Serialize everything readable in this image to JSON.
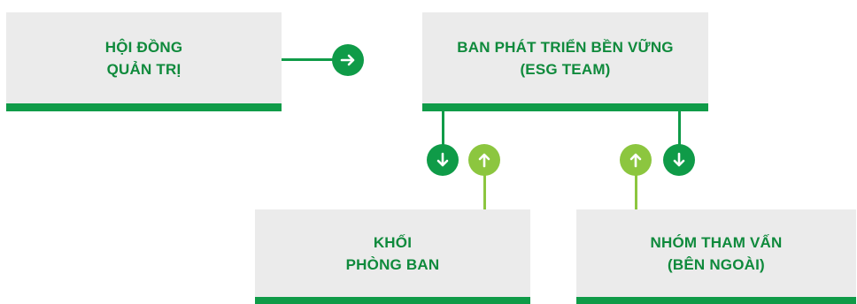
{
  "colors": {
    "dark_green": "#0f9b48",
    "light_green": "#8cc63f",
    "box_bg": "#ebebeb",
    "text_green": "#0f8a3c"
  },
  "nodes": {
    "board": {
      "line1": "HỘI ĐỒNG",
      "line2": "QUẢN TRỊ"
    },
    "esg": {
      "line1": "BAN PHÁT TRIỂN BỀN VỮNG",
      "line2": "(ESG TEAM)"
    },
    "departments": {
      "line1": "KHỐI",
      "line2": "PHÒNG BAN"
    },
    "advisory": {
      "line1": "NHÓM THAM VẤN",
      "line2": "(BÊN NGOÀI)"
    }
  },
  "connectors": [
    {
      "from": "board",
      "to": "esg",
      "icon": "arrow-right-icon",
      "color": "dark_green"
    },
    {
      "from": "esg",
      "to": "departments",
      "icon": "arrow-down-icon",
      "color": "dark_green"
    },
    {
      "from": "departments",
      "to": "esg",
      "icon": "arrow-up-icon",
      "color": "light_green"
    },
    {
      "from": "advisory",
      "to": "esg",
      "icon": "arrow-up-icon",
      "color": "light_green"
    },
    {
      "from": "esg",
      "to": "advisory",
      "icon": "arrow-down-icon",
      "color": "dark_green"
    }
  ]
}
